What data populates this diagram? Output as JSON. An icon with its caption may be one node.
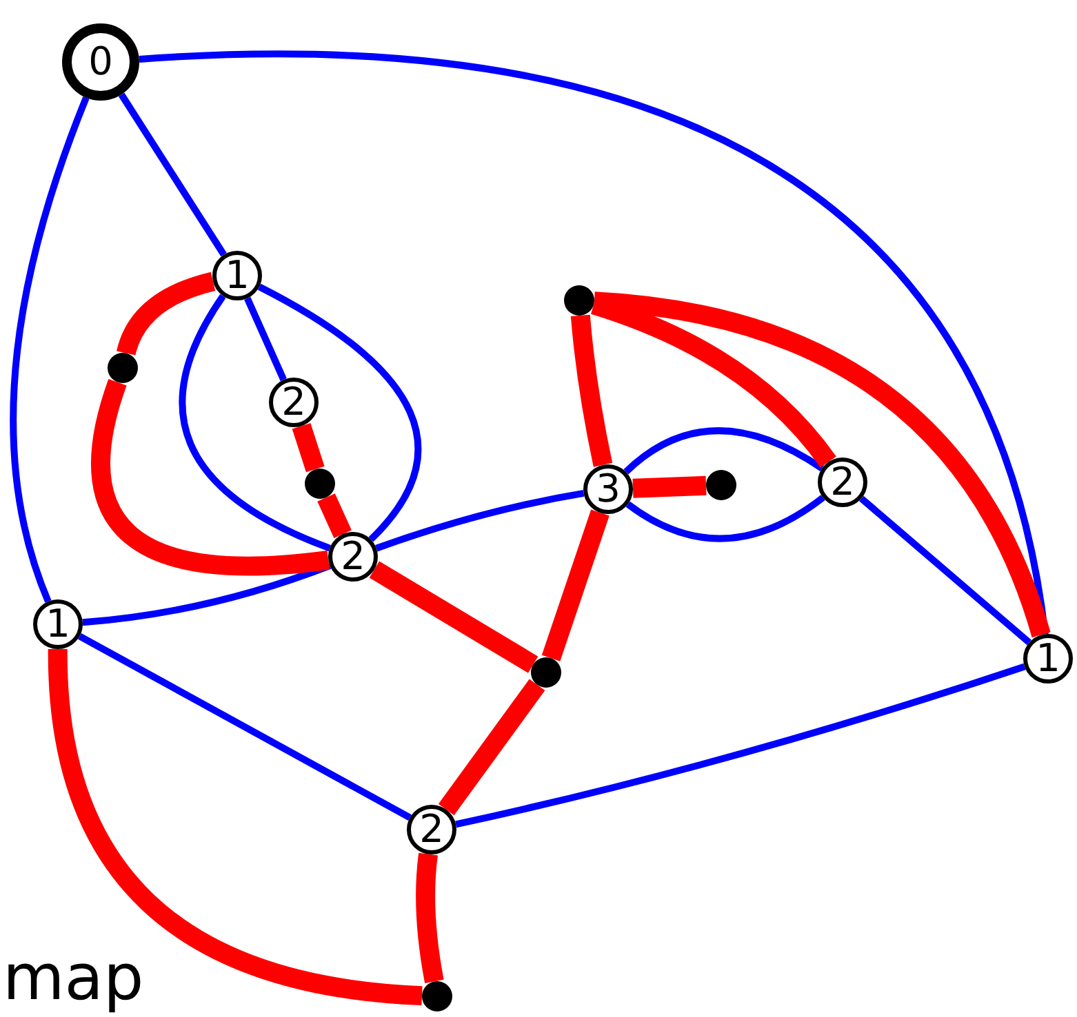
{
  "diagram": {
    "nodes": [
      {
        "text": [
          "0"
        ]
      },
      {
        "text": [
          "1"
        ]
      },
      {
        "text": [],
        "shape": "circle"
      },
      {
        "text": [
          "2"
        ]
      },
      {
        "text": [],
        "shape": "circle"
      },
      {
        "text": [
          "2"
        ]
      },
      {
        "text": [
          "1"
        ]
      },
      {
        "text": [],
        "shape": "circle"
      },
      {
        "text": [
          "3"
        ]
      },
      {
        "text": [],
        "shape": "circle"
      },
      {
        "text": [
          "2"
        ]
      },
      {
        "text": [
          "1"
        ]
      },
      {
        "text": [],
        "shape": "circle"
      },
      {
        "text": [
          "2"
        ]
      },
      {
        "text": [],
        "shape": "circle"
      }
    ],
    "edges": [
      {
        "from": 0,
        "to": 1,
        "arrow": "none"
      },
      {
        "from": 0,
        "to": 6,
        "arrow": "none"
      },
      {
        "from": 0,
        "to": 11,
        "arrow": "none"
      },
      {
        "from": 1,
        "to": 3,
        "arrow": "none"
      },
      {
        "from": 1,
        "to": 5,
        "arrow": "none"
      },
      {
        "from": 1,
        "to": 5,
        "arrow": "none"
      },
      {
        "from": 5,
        "to": 6,
        "arrow": "none"
      },
      {
        "from": 5,
        "to": 8,
        "arrow": "none"
      },
      {
        "from": 8,
        "to": 10,
        "arrow": "none"
      },
      {
        "from": 8,
        "to": 10,
        "arrow": "none"
      },
      {
        "from": 10,
        "to": 11,
        "arrow": "none"
      },
      {
        "from": 6,
        "to": 13,
        "arrow": "none"
      },
      {
        "from": 13,
        "to": 11,
        "arrow": "none"
      },
      {
        "from": 1,
        "to": 2,
        "arrow": "none",
        "style": "thick",
        "color": "#ff0000"
      },
      {
        "from": 2,
        "to": 5,
        "arrow": "none",
        "style": "thick",
        "color": "#ff0000"
      },
      {
        "from": 3,
        "to": 4,
        "arrow": "none",
        "style": "thick",
        "color": "#ff0000"
      },
      {
        "from": 4,
        "to": 5,
        "arrow": "none",
        "style": "thick",
        "color": "#ff0000"
      },
      {
        "from": 5,
        "to": 12,
        "arrow": "none",
        "style": "thick",
        "color": "#ff0000"
      },
      {
        "from": 12,
        "to": 8,
        "arrow": "none",
        "style": "thick",
        "color": "#ff0000"
      },
      {
        "from": 12,
        "to": 13,
        "arrow": "none",
        "style": "thick",
        "color": "#ff0000"
      },
      {
        "from": 8,
        "to": 7,
        "arrow": "none",
        "style": "thick",
        "color": "#ff0000"
      },
      {
        "from": 8,
        "to": 9,
        "arrow": "none",
        "style": "thick",
        "color": "#ff0000"
      },
      {
        "from": 7,
        "to": 10,
        "arrow": "none",
        "style": "thick",
        "color": "#ff0000"
      },
      {
        "from": 7,
        "to": 11,
        "arrow": "none",
        "style": "thick",
        "color": "#ff0000"
      },
      {
        "from": 6,
        "to": 14,
        "arrow": "none",
        "style": "thick",
        "color": "#ff0000"
      },
      {
        "from": 13,
        "to": 14,
        "arrow": "none",
        "style": "thick",
        "color": "#ff0000"
      }
    ],
    "labels": [
      "map"
    ]
  }
}
